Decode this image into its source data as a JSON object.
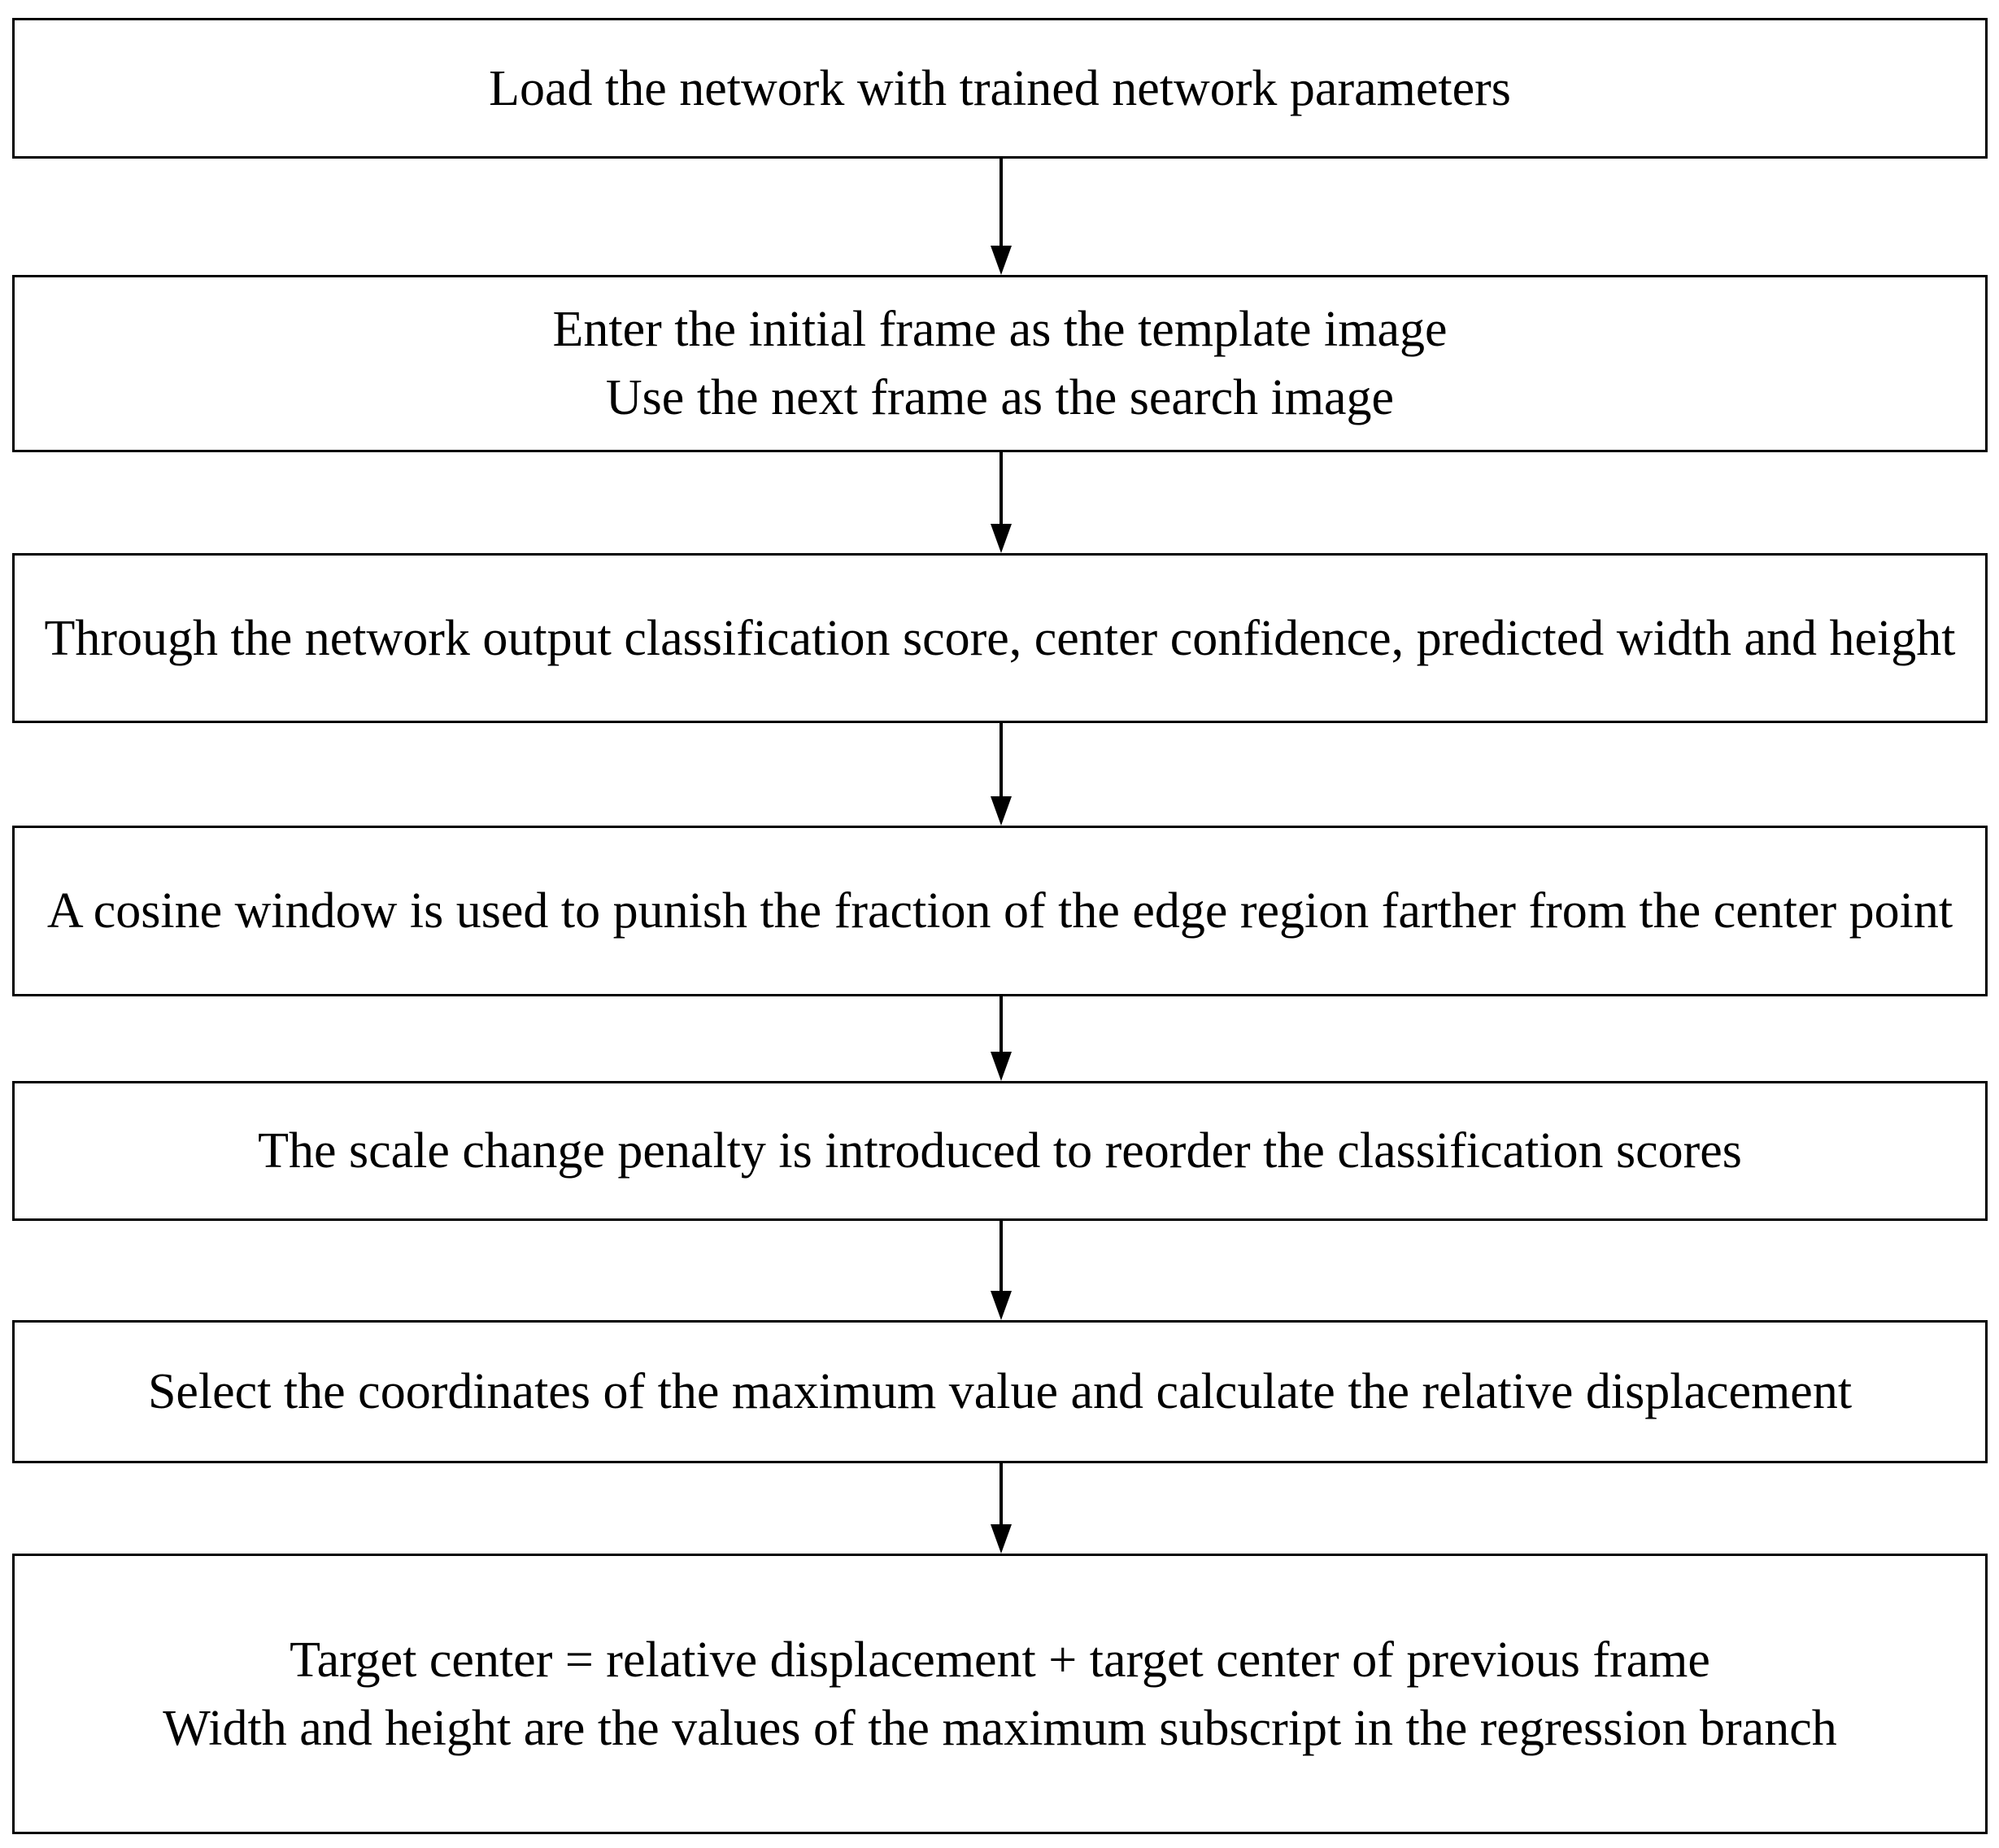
{
  "flowchart": {
    "steps": [
      {
        "lines": [
          "Load the network with trained network parameters"
        ]
      },
      {
        "lines": [
          "Enter the initial frame as the template image",
          "Use the next frame as the search image"
        ]
      },
      {
        "lines": [
          "Through the network output classification score, center confidence, predicted width and height"
        ]
      },
      {
        "lines": [
          "A cosine window is used to punish the fraction of the edge region farther from the center point"
        ]
      },
      {
        "lines": [
          "The scale change penalty is introduced to reorder the classification scores"
        ]
      },
      {
        "lines": [
          "Select the coordinates of the maximum value and calculate the relative displacement"
        ]
      },
      {
        "lines": [
          "Target center = relative displacement + target center of previous frame",
          "Width and height are the values of the maximum subscript in the regression branch"
        ]
      }
    ]
  }
}
